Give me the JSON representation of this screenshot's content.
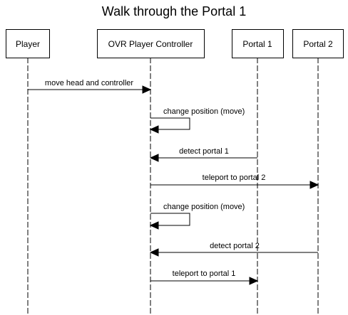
{
  "diagram": {
    "title": "Walk through the Portal 1",
    "participants": [
      {
        "id": "player",
        "label": "Player"
      },
      {
        "id": "ovr",
        "label": "OVR Player Controller"
      },
      {
        "id": "portal1",
        "label": "Portal 1"
      },
      {
        "id": "portal2",
        "label": "Portal 2"
      }
    ],
    "messages": [
      {
        "from": "player",
        "to": "ovr",
        "label": "move head and controller"
      },
      {
        "from": "ovr",
        "to": "ovr",
        "label": "change position (move)"
      },
      {
        "from": "portal1",
        "to": "ovr",
        "label": "detect portal 1"
      },
      {
        "from": "ovr",
        "to": "portal2",
        "label": "teleport to portal 2"
      },
      {
        "from": "ovr",
        "to": "ovr",
        "label": "change position (move)"
      },
      {
        "from": "portal2",
        "to": "ovr",
        "label": "detect portal 2"
      },
      {
        "from": "ovr",
        "to": "portal1",
        "label": "teleport to portal 1"
      }
    ],
    "colors": {
      "line": "#000000",
      "box_fill": "#ffffff",
      "text": "#000000"
    }
  }
}
